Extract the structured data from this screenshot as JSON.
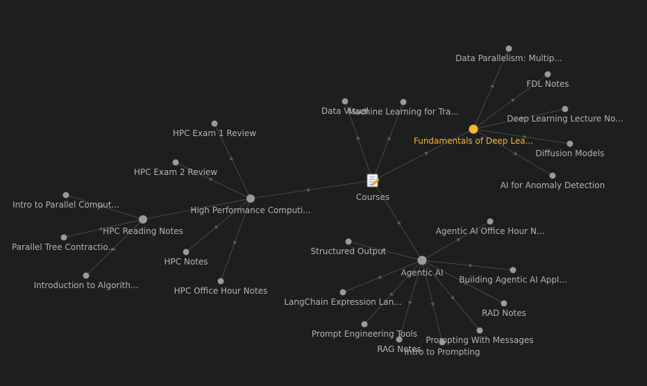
{
  "graph": {
    "colors": {
      "background": "#1e1e1e",
      "edge": "#4a4a4a",
      "arrow": "#5c5c5c",
      "node": "#9a9a9a",
      "label": "#b3b3b3",
      "active": "#f5b731"
    },
    "nodes": [
      {
        "id": "courses",
        "label": "Courses",
        "icon": "memo-icon"
      },
      {
        "id": "fdl",
        "label": "Fundamentals of Deep Lea...",
        "active": true
      },
      {
        "id": "dp",
        "label": "Data Parallelism: Multip..."
      },
      {
        "id": "fdlnotes",
        "label": "FDL Notes"
      },
      {
        "id": "dllecture",
        "label": "Deep Learning Lecture No..."
      },
      {
        "id": "diffusion",
        "label": "Diffusion Models"
      },
      {
        "id": "anomaly",
        "label": "AI for Anomaly Detection"
      },
      {
        "id": "dataviz",
        "label": "Data Visual"
      },
      {
        "id": "mlfortra",
        "label": "Machine Learning for Tra..."
      },
      {
        "id": "hpc",
        "label": "High Performance Computi..."
      },
      {
        "id": "hpcexam1",
        "label": "HPC Exam 1 Review"
      },
      {
        "id": "hpcexam2",
        "label": "HPC Exam 2 Review"
      },
      {
        "id": "hpcreading",
        "label": "HPC Reading Notes"
      },
      {
        "id": "introparallel",
        "label": "Intro to Parallel Comput..."
      },
      {
        "id": "paralleltree",
        "label": "Parallel Tree Contractio..."
      },
      {
        "id": "introalgo",
        "label": "Introduction to Algorith..."
      },
      {
        "id": "hpcnotes",
        "label": "HPC Notes"
      },
      {
        "id": "hpcoffice",
        "label": "HPC Office Hour Notes"
      },
      {
        "id": "agentic",
        "label": "Agentic AI"
      },
      {
        "id": "agenticoffice",
        "label": "Agentic AI Office Hour N..."
      },
      {
        "id": "structured",
        "label": "Structured Output"
      },
      {
        "id": "building",
        "label": "Building Agentic AI Appl..."
      },
      {
        "id": "langchain",
        "label": "LangChain Expression Lan..."
      },
      {
        "id": "rad",
        "label": "RAD Notes"
      },
      {
        "id": "promptwm",
        "label": "Prompting With Messages"
      },
      {
        "id": "prompteng",
        "label": "Prompt Engineering Tools"
      },
      {
        "id": "ragnotes",
        "label": "RAG Notes"
      },
      {
        "id": "introprompt",
        "label": "Intro to Prompting"
      }
    ],
    "edges": [
      {
        "from": "courses",
        "to": "fdl"
      },
      {
        "from": "courses",
        "to": "dataviz"
      },
      {
        "from": "courses",
        "to": "mlfortra"
      },
      {
        "from": "courses",
        "to": "hpc"
      },
      {
        "from": "courses",
        "to": "agentic"
      },
      {
        "from": "fdl",
        "to": "dp"
      },
      {
        "from": "fdl",
        "to": "fdlnotes"
      },
      {
        "from": "fdl",
        "to": "dllecture"
      },
      {
        "from": "fdl",
        "to": "diffusion"
      },
      {
        "from": "fdl",
        "to": "anomaly"
      },
      {
        "from": "hpc",
        "to": "hpcexam1"
      },
      {
        "from": "hpc",
        "to": "hpcexam2"
      },
      {
        "from": "hpc",
        "to": "hpcreading"
      },
      {
        "from": "hpc",
        "to": "hpcnotes"
      },
      {
        "from": "hpc",
        "to": "hpcoffice"
      },
      {
        "from": "hpcreading",
        "to": "introparallel"
      },
      {
        "from": "hpcreading",
        "to": "paralleltree"
      },
      {
        "from": "hpcreading",
        "to": "introalgo"
      },
      {
        "from": "agentic",
        "to": "agenticoffice"
      },
      {
        "from": "agentic",
        "to": "structured"
      },
      {
        "from": "agentic",
        "to": "building"
      },
      {
        "from": "agentic",
        "to": "langchain"
      },
      {
        "from": "agentic",
        "to": "rad"
      },
      {
        "from": "agentic",
        "to": "promptwm"
      },
      {
        "from": "agentic",
        "to": "prompteng"
      },
      {
        "from": "agentic",
        "to": "ragnotes"
      },
      {
        "from": "agentic",
        "to": "introprompt"
      }
    ]
  }
}
